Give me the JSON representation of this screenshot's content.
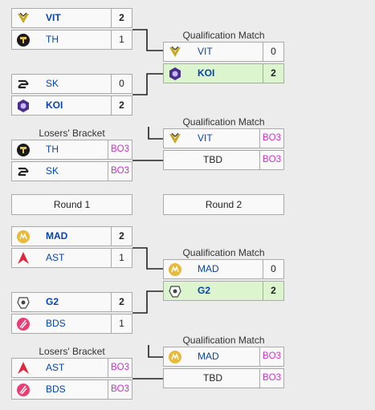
{
  "colors": {
    "win_highlight": "#ddf5cf",
    "bo_text": "#d02fd0",
    "team_link": "#0645ad"
  },
  "rounds": {
    "round1": "Round 1",
    "round2": "Round 2"
  },
  "bracket_top": {
    "r1_match1": {
      "team1": {
        "name": "VIT",
        "logo": "vitality-bee-icon",
        "score": "2"
      },
      "team2": {
        "name": "TH",
        "logo": "heretics-icon",
        "score": "1"
      }
    },
    "r1_match2": {
      "team1": {
        "name": "SK",
        "logo": "sk-icon",
        "score": "0"
      },
      "team2": {
        "name": "KOI",
        "logo": "koi-icon",
        "score": "2"
      }
    },
    "losers": {
      "label": "Losers' Bracket",
      "team1": {
        "name": "TH",
        "logo": "heretics-icon",
        "score": "BO3"
      },
      "team2": {
        "name": "SK",
        "logo": "sk-icon",
        "score": "BO3"
      }
    },
    "qual1": {
      "label": "Qualification Match",
      "team1": {
        "name": "VIT",
        "logo": "vitality-bee-icon",
        "score": "0"
      },
      "team2": {
        "name": "KOI",
        "logo": "koi-icon",
        "score": "2"
      }
    },
    "qual2": {
      "label": "Qualification Match",
      "team1": {
        "name": "VIT",
        "logo": "vitality-bee-icon",
        "score": "BO3"
      },
      "team2": {
        "name": "TBD",
        "score": "BO3"
      }
    }
  },
  "bracket_bottom": {
    "r1_match1": {
      "team1": {
        "name": "MAD",
        "logo": "mad-lions-icon",
        "score": "2"
      },
      "team2": {
        "name": "AST",
        "logo": "astralis-icon",
        "score": "1"
      }
    },
    "r1_match2": {
      "team1": {
        "name": "G2",
        "logo": "g2-icon",
        "score": "2"
      },
      "team2": {
        "name": "BDS",
        "logo": "bds-icon",
        "score": "1"
      }
    },
    "losers": {
      "label": "Losers' Bracket",
      "team1": {
        "name": "AST",
        "logo": "astralis-icon",
        "score": "BO3"
      },
      "team2": {
        "name": "BDS",
        "logo": "bds-icon",
        "score": "BO3"
      }
    },
    "qual1": {
      "label": "Qualification Match",
      "team1": {
        "name": "MAD",
        "logo": "mad-lions-icon",
        "score": "0"
      },
      "team2": {
        "name": "G2",
        "logo": "g2-icon",
        "score": "2"
      }
    },
    "qual2": {
      "label": "Qualification Match",
      "team1": {
        "name": "MAD",
        "logo": "mad-lions-icon",
        "score": "BO3"
      },
      "team2": {
        "name": "TBD",
        "score": "BO3"
      }
    }
  }
}
